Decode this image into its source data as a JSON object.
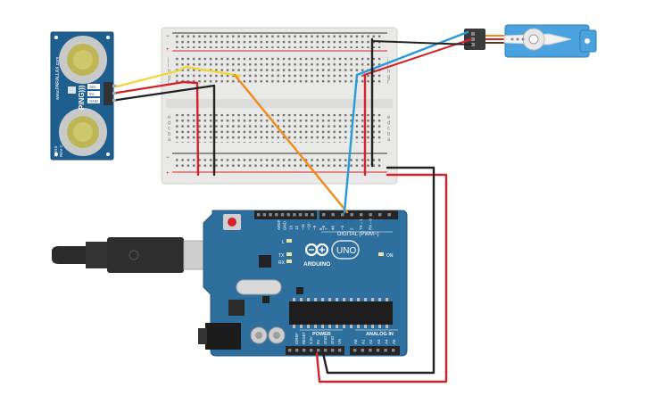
{
  "sensor": {
    "brand": "www.PARALLAX.com",
    "model": "PING)))",
    "code": "28015",
    "rev": "REV C",
    "pins": [
      "SIG",
      "5V",
      "GND"
    ]
  },
  "breadboard": {
    "row_labels_top": [
      "j",
      "i",
      "h",
      "g",
      "f"
    ],
    "row_labels_bottom": [
      "e",
      "d",
      "c",
      "b",
      "a"
    ]
  },
  "arduino": {
    "logo": "ARDUINO",
    "model": "UNO",
    "digital_label": "DIGITAL (PWM~)",
    "digital_pins": [
      "AREF",
      "GND",
      "13",
      "12",
      "~11",
      "~10",
      "~9",
      "8",
      "7",
      "~6",
      "~5",
      "4",
      "~3",
      "2",
      "TX→1",
      "RX←0"
    ],
    "power_label": "POWER",
    "power_pins": [
      "IOREF",
      "RESET",
      "3.3V",
      "5V",
      "GND",
      "GND",
      "Vin"
    ],
    "analog_label": "ANALOG IN",
    "analog_pins": [
      "A0",
      "A1",
      "A2",
      "A3",
      "A4",
      "A5"
    ],
    "led_labels": [
      "L",
      "TX",
      "RX",
      "ON"
    ]
  },
  "colors": {
    "wire_yellow": "#f2d73c",
    "wire_red": "#d2232a",
    "wire_black": "#222222",
    "wire_orange": "#ee8b1a",
    "wire_blue": "#2a9ad6",
    "board_blue": "#2f6f9e",
    "servo_blue": "#4aa3df",
    "sensor_blue": "#1f5f8f"
  }
}
